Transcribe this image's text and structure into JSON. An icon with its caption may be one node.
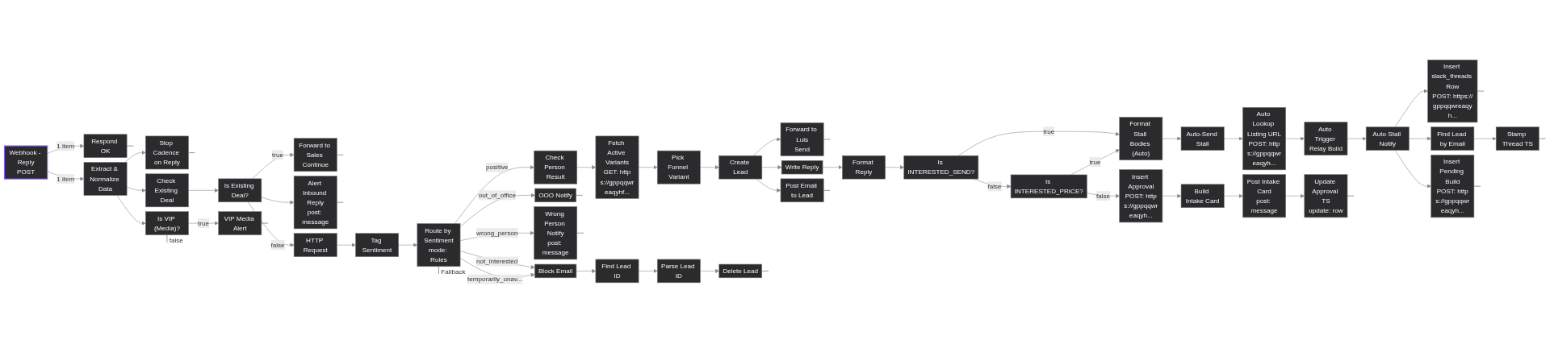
{
  "diagram": {
    "nodes": [
      {
        "text": [
          "Webhook - Reply",
          "POST"
        ]
      },
      {
        "text": [
          "Respond OK"
        ]
      },
      {
        "text": [
          "Extract & Normalize Data"
        ]
      },
      {
        "text": [
          "Stop Cadence on Reply"
        ]
      },
      {
        "text": [
          "Check Existing Deal"
        ]
      },
      {
        "text": [
          "Is VIP (Media)?"
        ]
      },
      {
        "text": [
          "Is Existing Deal?"
        ]
      },
      {
        "text": [
          "VIP Media Alert"
        ]
      },
      {
        "text": [
          "Forward to Sales Continue"
        ]
      },
      {
        "text": [
          "Alert Inbound Reply",
          "post: message"
        ]
      },
      {
        "text": [
          "HTTP Request"
        ]
      },
      {
        "text": [
          "Tag Sentiment"
        ]
      },
      {
        "text": [
          "Route by Sentiment",
          "mode: Rules"
        ]
      },
      {
        "text": [
          "Check Person Result"
        ]
      },
      {
        "text": [
          "OOO Notify"
        ]
      },
      {
        "text": [
          "Wrong Person Notify",
          "post: message"
        ]
      },
      {
        "text": [
          "Block Email"
        ]
      },
      {
        "text": [
          "Fetch Active Variants",
          "GET: https://gppqqwreaqyhf..."
        ]
      },
      {
        "text": [
          "Find Lead ID"
        ]
      },
      {
        "text": [
          "Pick Funnel Variant"
        ]
      },
      {
        "text": [
          "Parse Lead ID"
        ]
      },
      {
        "text": [
          "Forward to Luis",
          "Send"
        ]
      },
      {
        "text": [
          "Create Lead"
        ]
      },
      {
        "text": [
          "Delete Lead"
        ]
      },
      {
        "text": [
          "Write Reply"
        ]
      },
      {
        "text": [
          "Post Email to Lead"
        ]
      },
      {
        "text": [
          "Format Reply"
        ]
      },
      {
        "text": [
          "Is INTERESTED_SEND?"
        ]
      },
      {
        "text": [
          "Is INTERESTED_PRICE?"
        ]
      },
      {
        "text": [
          "Format Stall Bodies (Auto)"
        ]
      },
      {
        "text": [
          "Insert Approval",
          "POST: https://gppqqwreaqyh..."
        ]
      },
      {
        "text": [
          "Auto-Send Stall"
        ]
      },
      {
        "text": [
          "Build Intake Card"
        ]
      },
      {
        "text": [
          "Auto Lookup Listing URL",
          "POST: https://gppqqwreaqyh..."
        ]
      },
      {
        "text": [
          "Post Intake Card",
          "post: message"
        ]
      },
      {
        "text": [
          "Auto Trigger Relay Build"
        ]
      },
      {
        "text": [
          "Update Approval TS",
          "update: row"
        ]
      },
      {
        "text": [
          "Auto Stall Notify"
        ]
      },
      {
        "text": [
          "Insert slack_threads Row",
          "POST: https://gppqqwreaqyh..."
        ]
      },
      {
        "text": [
          "Find Lead by Email"
        ]
      },
      {
        "text": [
          "Insert Pending Build",
          "POST: https://gppqqwreaqyh..."
        ]
      },
      {
        "text": [
          "Stamp Thread TS"
        ]
      }
    ],
    "edges": [
      {
        "from": 0,
        "to": 1,
        "arrow": "to",
        "label": "1 item"
      },
      {
        "from": 0,
        "to": 2,
        "arrow": "to",
        "label": "1 item"
      },
      {
        "from": 1,
        "to": null,
        "arrow": "none"
      },
      {
        "from": 2,
        "to": 3,
        "arrow": "to"
      },
      {
        "from": 2,
        "to": 4,
        "arrow": "to"
      },
      {
        "from": 2,
        "to": 5,
        "arrow": "to"
      },
      {
        "from": 3,
        "to": null,
        "arrow": "none"
      },
      {
        "from": 4,
        "to": 6,
        "arrow": "to"
      },
      {
        "from": 5,
        "to": 7,
        "arrow": "to",
        "label": "true"
      },
      {
        "from": 5,
        "to": null,
        "arrow": "none",
        "label": "false"
      },
      {
        "from": 6,
        "to": 8,
        "arrow": "to",
        "label": "true"
      },
      {
        "from": 6,
        "to": 9,
        "arrow": "to"
      },
      {
        "from": 6,
        "to": 10,
        "arrow": "to",
        "label": "false"
      },
      {
        "from": 7,
        "to": null,
        "arrow": "none"
      },
      {
        "from": 8,
        "to": null,
        "arrow": "none"
      },
      {
        "from": 9,
        "to": null,
        "arrow": "none"
      },
      {
        "from": 10,
        "to": 11,
        "arrow": "to"
      },
      {
        "from": 11,
        "to": 12,
        "arrow": "to"
      },
      {
        "from": 12,
        "to": 13,
        "arrow": "to",
        "label": "positive"
      },
      {
        "from": 12,
        "to": 14,
        "arrow": "to",
        "label": "out_of_office"
      },
      {
        "from": 12,
        "to": 15,
        "arrow": "to",
        "label": "wrong_person"
      },
      {
        "from": 12,
        "to": 16,
        "arrow": "to",
        "label": "not_interested"
      },
      {
        "from": 12,
        "to": 16,
        "arrow": "to",
        "label": "temporarily_unav..."
      },
      {
        "from": 12,
        "to": null,
        "arrow": "none",
        "label": "Fallback"
      },
      {
        "from": 13,
        "to": 17,
        "arrow": "to"
      },
      {
        "from": 14,
        "to": null,
        "arrow": "none"
      },
      {
        "from": 15,
        "to": null,
        "arrow": "none"
      },
      {
        "from": 16,
        "to": 18,
        "arrow": "to"
      },
      {
        "from": 17,
        "to": 19,
        "arrow": "to"
      },
      {
        "from": 18,
        "to": 20,
        "arrow": "to"
      },
      {
        "from": 19,
        "to": 22,
        "arrow": "to"
      },
      {
        "from": 20,
        "to": 23,
        "arrow": "to"
      },
      {
        "from": 22,
        "to": 21,
        "arrow": "to"
      },
      {
        "from": 22,
        "to": 24,
        "arrow": "to"
      },
      {
        "from": 22,
        "to": 25,
        "arrow": "to"
      },
      {
        "from": 23,
        "to": null,
        "arrow": "none"
      },
      {
        "from": 21,
        "to": null,
        "arrow": "none"
      },
      {
        "from": 24,
        "to": 26,
        "arrow": "to"
      },
      {
        "from": 25,
        "to": null,
        "arrow": "none"
      },
      {
        "from": 26,
        "to": 27,
        "arrow": "to"
      },
      {
        "from": 27,
        "to": 29,
        "arrow": "to",
        "label": "true"
      },
      {
        "from": 27,
        "to": 28,
        "arrow": "to",
        "label": "false"
      },
      {
        "from": 28,
        "to": 29,
        "arrow": "to",
        "label": "true"
      },
      {
        "from": 28,
        "to": 30,
        "arrow": "to",
        "label": "false"
      },
      {
        "from": 29,
        "to": 31,
        "arrow": "to"
      },
      {
        "from": 30,
        "to": 32,
        "arrow": "to"
      },
      {
        "from": 31,
        "to": 33,
        "arrow": "to"
      },
      {
        "from": 32,
        "to": 34,
        "arrow": "to"
      },
      {
        "from": 33,
        "to": 35,
        "arrow": "to"
      },
      {
        "from": 34,
        "to": 36,
        "arrow": "to"
      },
      {
        "from": 35,
        "to": 37,
        "arrow": "to"
      },
      {
        "from": 36,
        "to": null,
        "arrow": "none"
      },
      {
        "from": 37,
        "to": 38,
        "arrow": "to"
      },
      {
        "from": 37,
        "to": 39,
        "arrow": "to"
      },
      {
        "from": 37,
        "to": 40,
        "arrow": "to"
      },
      {
        "from": 38,
        "to": null,
        "arrow": "none"
      },
      {
        "from": 39,
        "to": 41,
        "arrow": "to"
      },
      {
        "from": 40,
        "to": null,
        "arrow": "none"
      },
      {
        "from": 41,
        "to": null,
        "arrow": "none"
      }
    ]
  }
}
